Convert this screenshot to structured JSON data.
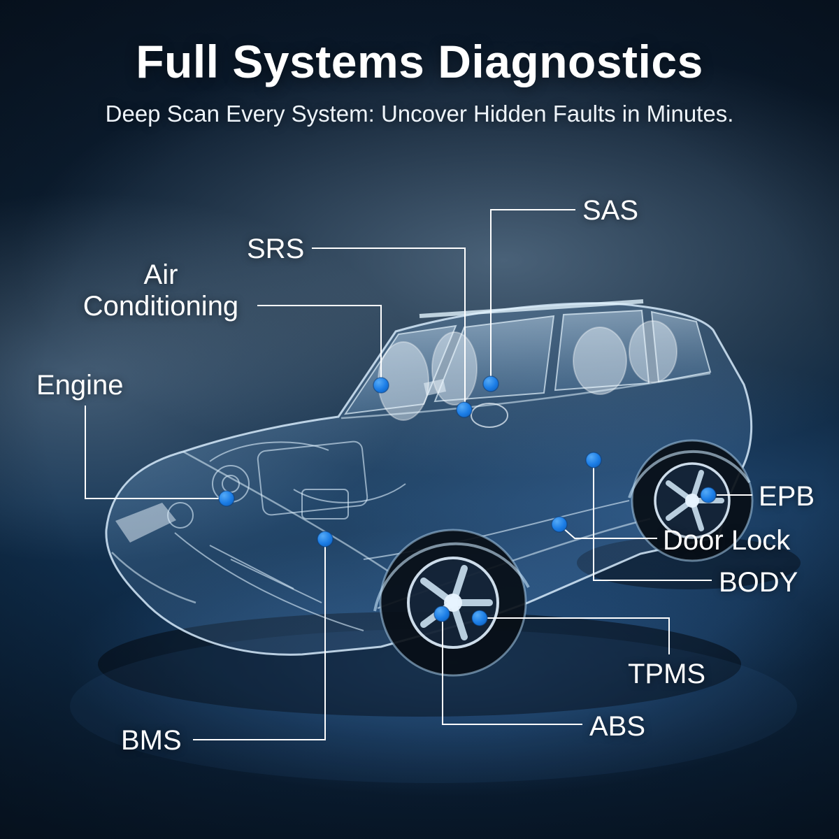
{
  "header": {
    "title": "Full Systems Diagnostics",
    "subtitle": "Deep Scan Every System: Uncover Hidden Faults in Minutes."
  },
  "callouts": [
    {
      "id": "sas",
      "label": "SAS"
    },
    {
      "id": "srs",
      "label": "SRS"
    },
    {
      "id": "air-conditioning",
      "label": "Air Conditioning"
    },
    {
      "id": "engine",
      "label": "Engine"
    },
    {
      "id": "epb",
      "label": "EPB"
    },
    {
      "id": "door-lock",
      "label": "Door Lock"
    },
    {
      "id": "body",
      "label": "BODY"
    },
    {
      "id": "tpms",
      "label": "TPMS"
    },
    {
      "id": "abs",
      "label": "ABS"
    },
    {
      "id": "bms",
      "label": "BMS"
    }
  ],
  "colors": {
    "background_dark": "#0a1624",
    "accent_dot": "#1b7de6",
    "callout_line": "#ffffff",
    "text": "#ffffff"
  }
}
